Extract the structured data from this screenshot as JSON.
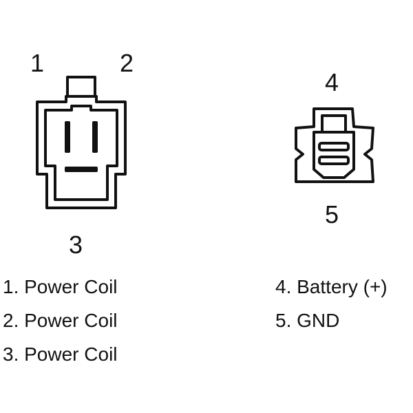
{
  "connector_a": {
    "pin_labels": [
      "1",
      "2",
      "3"
    ]
  },
  "connector_b": {
    "pin_labels": [
      "4",
      "5"
    ]
  },
  "legend_left": [
    "1. Power Coil",
    "2. Power Coil",
    "3. Power Coil"
  ],
  "legend_right": [
    "4. Battery (+)",
    "5. GND"
  ],
  "colors": {
    "stroke": "#111111",
    "background": "#ffffff"
  }
}
